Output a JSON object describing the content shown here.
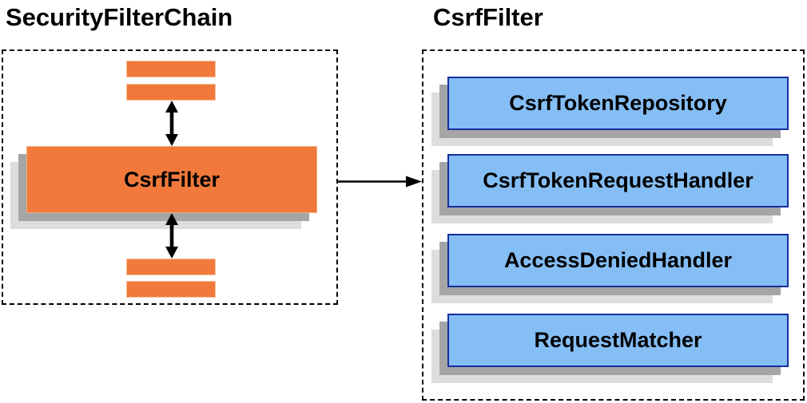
{
  "left_panel": {
    "title": "SecurityFilterChain",
    "csrf_filter_label": "CsrfFilter"
  },
  "right_panel": {
    "title": "CsrfFilter",
    "components": [
      {
        "label": "CsrfTokenRepository"
      },
      {
        "label": "CsrfTokenRequestHandler"
      },
      {
        "label": "AccessDeniedHandler"
      },
      {
        "label": "RequestMatcher"
      }
    ]
  },
  "icons": {
    "double_arrow": "double-headed-vertical-arrow",
    "connector": "right-pointing-arrow"
  },
  "colors": {
    "filter_fill": "#F0793B",
    "filter_edge": "#F9AE85",
    "component_fill": "#85BEF5",
    "component_edge": "#172D9E",
    "shadow_dark": "#A5A5A5",
    "shadow_light": "#DDDDDD",
    "arrow": "#000000",
    "dashed_border": "#000000",
    "text": "#000000"
  }
}
